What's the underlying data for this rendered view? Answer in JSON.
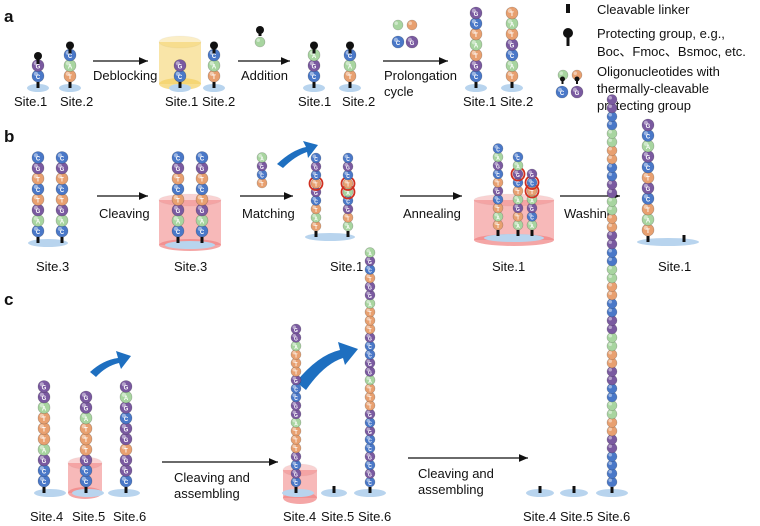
{
  "panels": {
    "a": "a",
    "b": "b",
    "c": "c"
  },
  "legend": {
    "linker": "Cleavable linker",
    "protect1": "Protecting group, e.g.,",
    "protect2": "Boc、Fmoc、Bsmoc, etc.",
    "oligo1": "Oligonucleotides with",
    "oligo2": "thermally-cleavable",
    "oligo3": "protecting group"
  },
  "steps": {
    "deblocking": "Deblocking",
    "addition": "Addition",
    "prolongation1": "Prolongation",
    "prolongation2": "cycle",
    "cleaving": "Cleaving",
    "matching": "Matching",
    "annealing": "Annealing",
    "washing": "Washing",
    "cleav_asm1": "Cleaving and",
    "cleav_asm2": "assembling"
  },
  "sites": {
    "s1": "Site.1",
    "s2": "Site.2",
    "s3": "Site.3",
    "s4": "Site.4",
    "s5": "Site.5",
    "s6": "Site.6"
  },
  "bases": {
    "A": "A",
    "T": "T",
    "G": "G",
    "C": "C"
  },
  "colors": {
    "A": "#a8d5a0",
    "T": "#e8a070",
    "G": "#7a5aa0",
    "C": "#4a78c8",
    "tube_red": "#f08080",
    "tube_yellow": "#f4d060",
    "arrow_blue": "#1e6fc0",
    "pad": "#b8d4ee"
  }
}
